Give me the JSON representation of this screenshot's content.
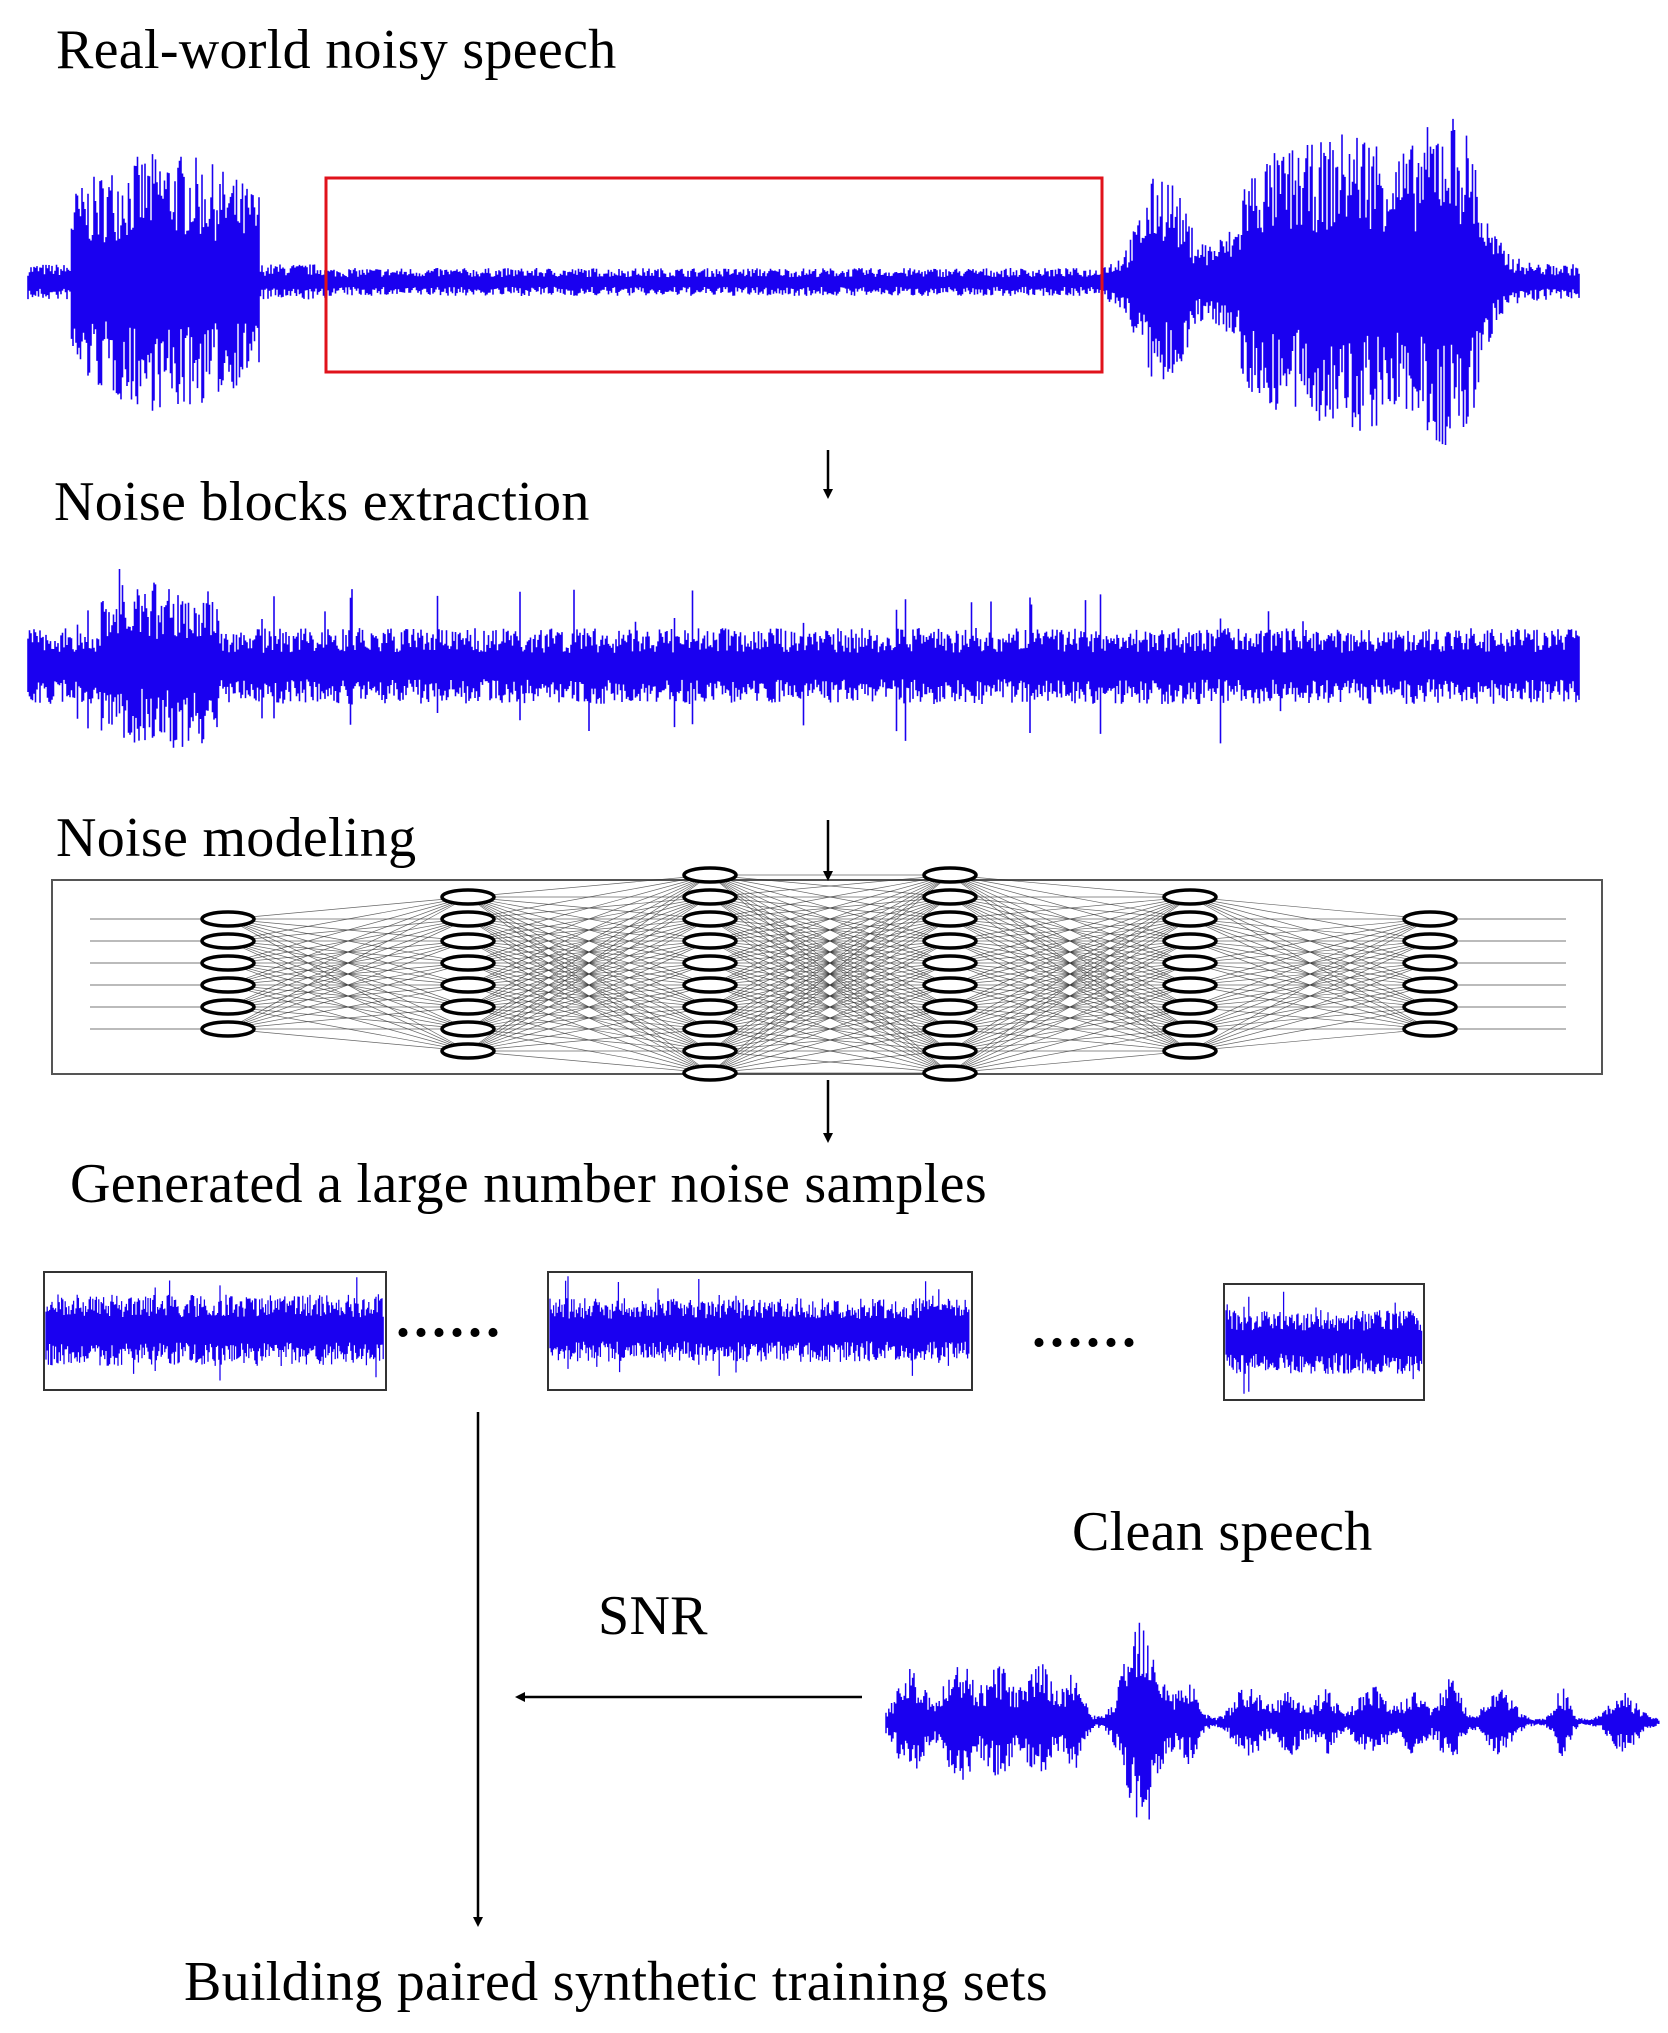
{
  "labels": {
    "real_world": "Real-world noisy speech",
    "extraction": "Noise blocks extraction",
    "modeling": "Noise modeling",
    "generated": "Generated a large number noise samples",
    "clean": "Clean speech",
    "snr": "SNR",
    "building": "Building paired synthetic  training sets"
  },
  "ellipsis": "......",
  "colors": {
    "waveform": "#1a00f0",
    "highlight_box": "#e0121b",
    "arrow": "#000000",
    "network_edges": "#333333",
    "frame": "#555555"
  },
  "network_layers": [
    6,
    8,
    10,
    10,
    8,
    6
  ]
}
